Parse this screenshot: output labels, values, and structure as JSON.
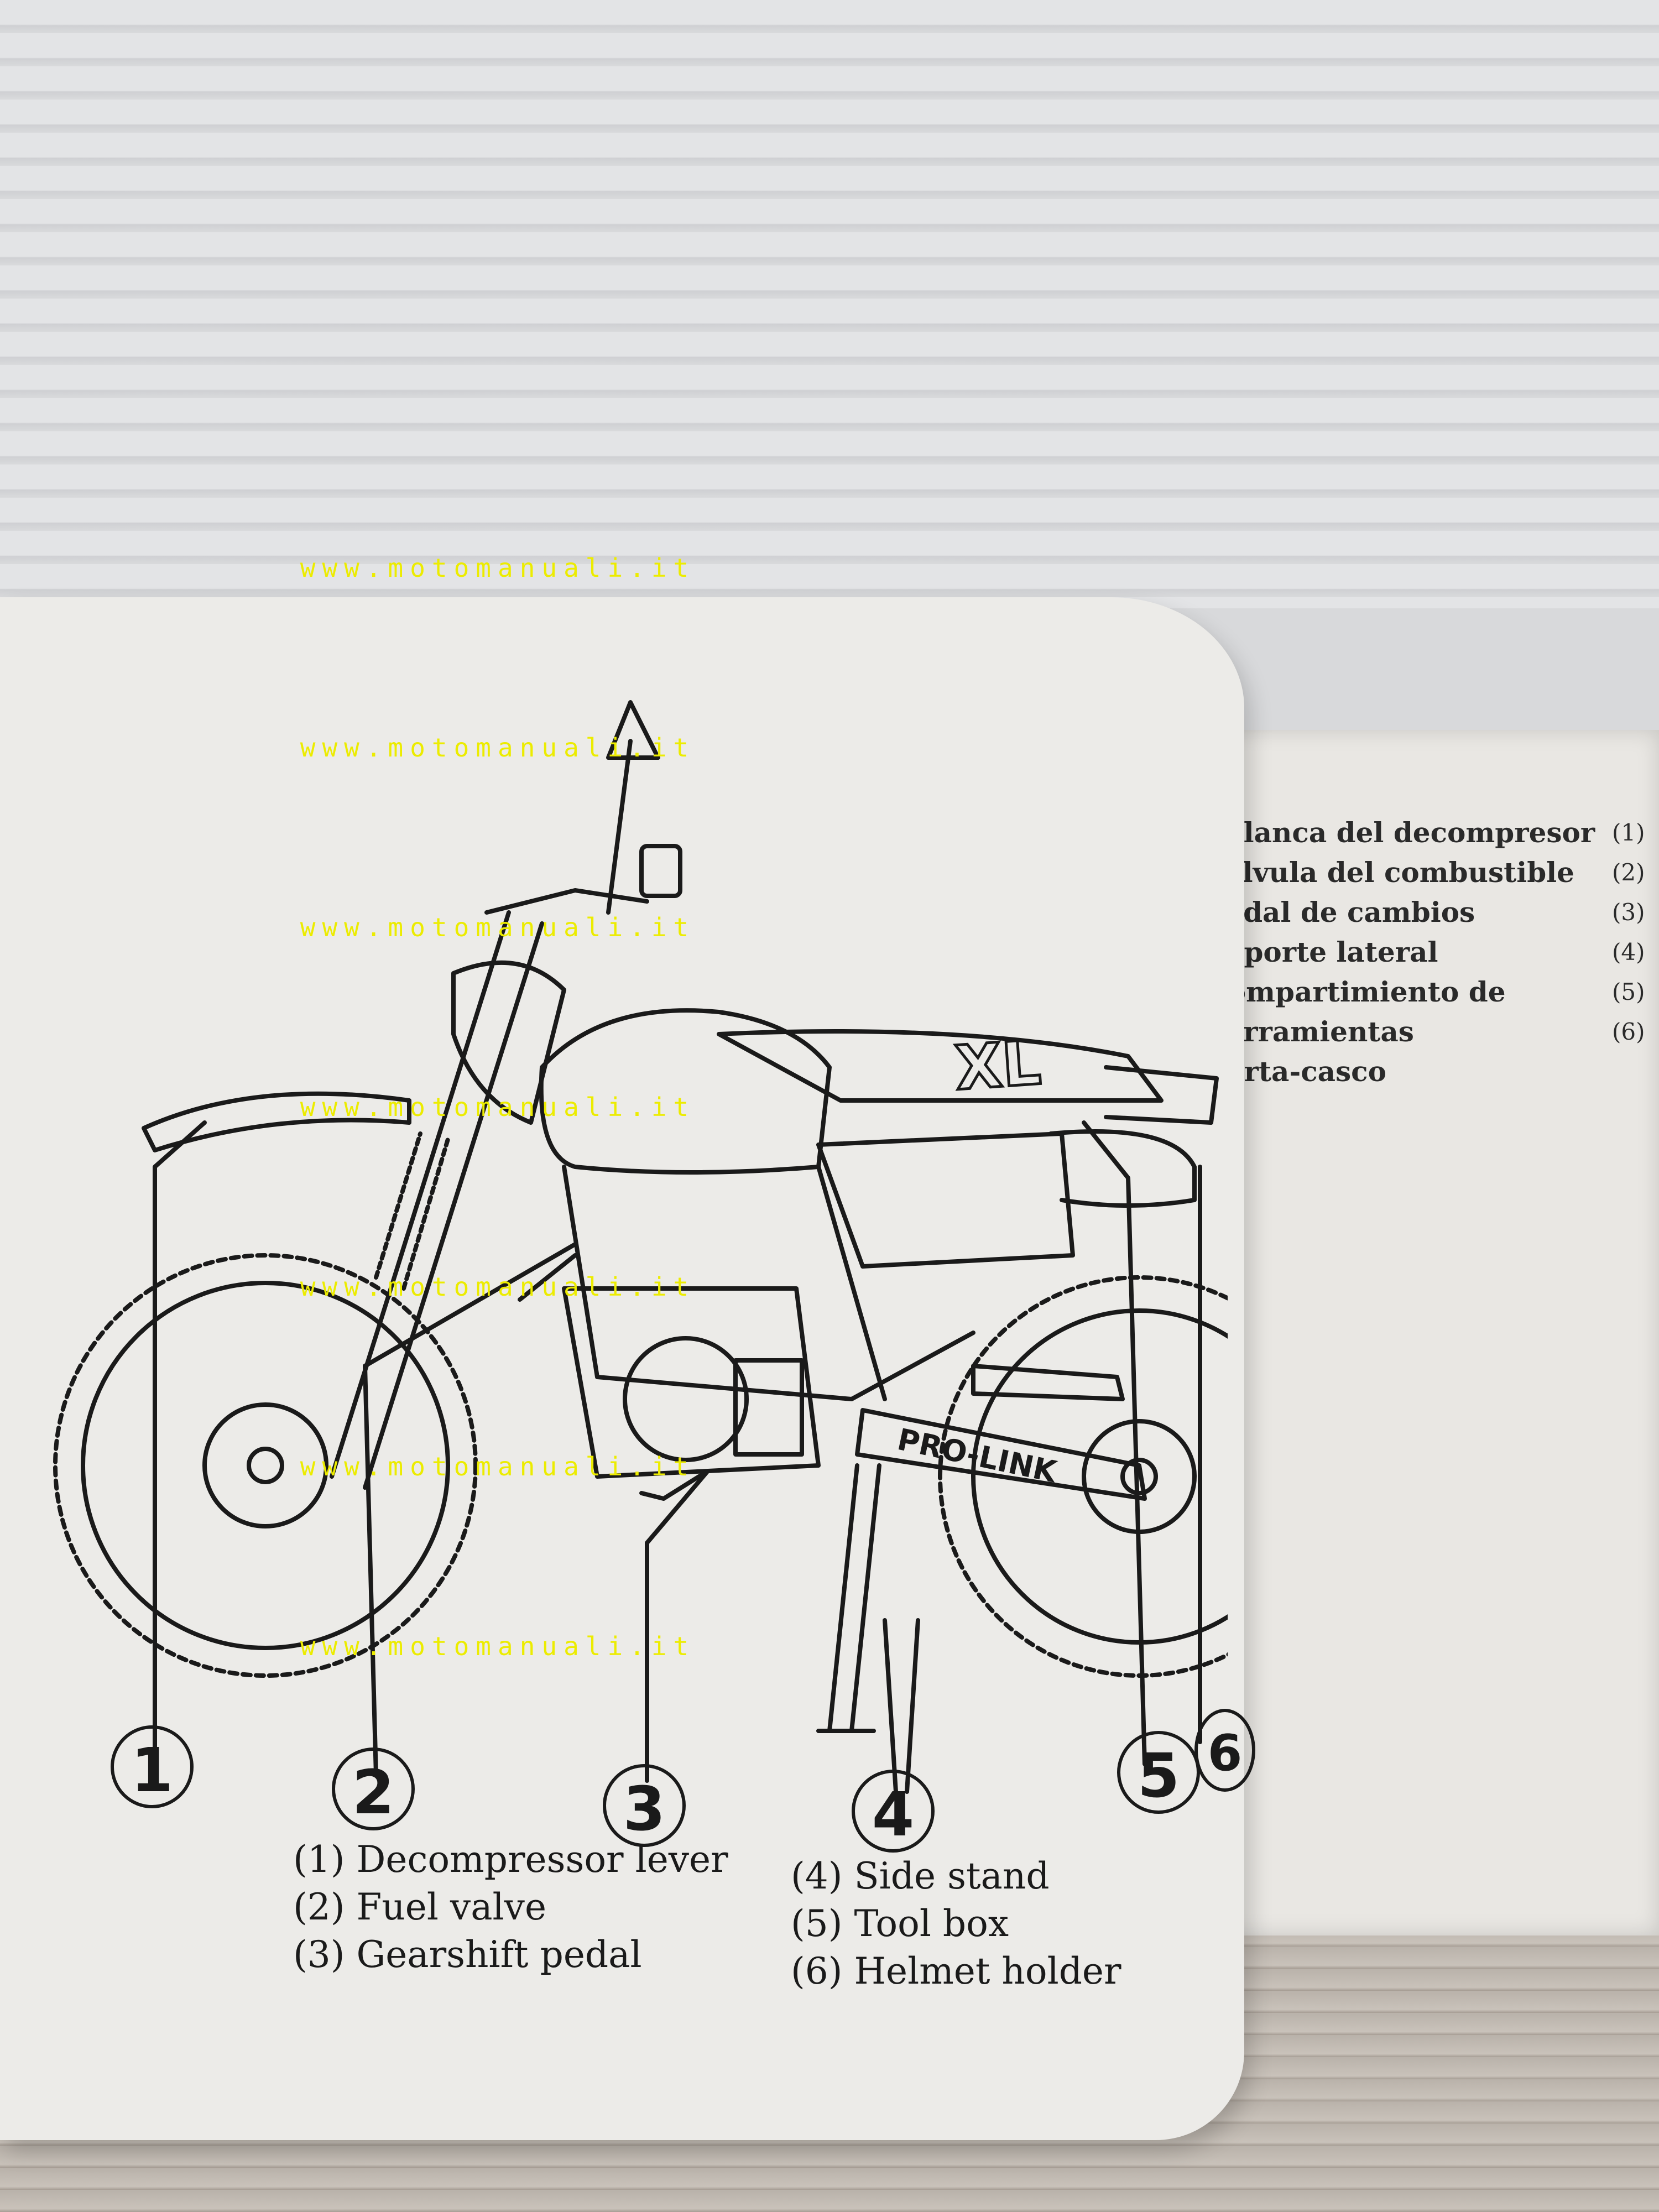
{
  "watermark": "www.motomanuali.it",
  "callouts": [
    "1",
    "2",
    "3",
    "4",
    "5",
    "6"
  ],
  "brand_labels": {
    "tank_logo": "XL",
    "swingarm": "PRO-LINK"
  },
  "legend_left": [
    "(1) Decompressor lever",
    "(2) Fuel valve",
    "(3) Gearshift pedal"
  ],
  "legend_right": [
    "(4) Side stand",
    "(5) Tool box",
    "(6) Helmet holder"
  ],
  "right_page_items": [
    "Palanca del decompresor",
    "Válvula del combustible",
    "Pedal de cambios",
    "Soporte lateral",
    "Compartimiento de",
    "herramientas",
    "Porta-casco"
  ],
  "right_page_numbers": [
    "(1)",
    "(2)",
    "(3)",
    "(4)",
    "(5)",
    "(6)"
  ],
  "colors": {
    "watermark": "#ecec00",
    "ink": "#1a1a1a",
    "paper": "#ecebe8"
  }
}
